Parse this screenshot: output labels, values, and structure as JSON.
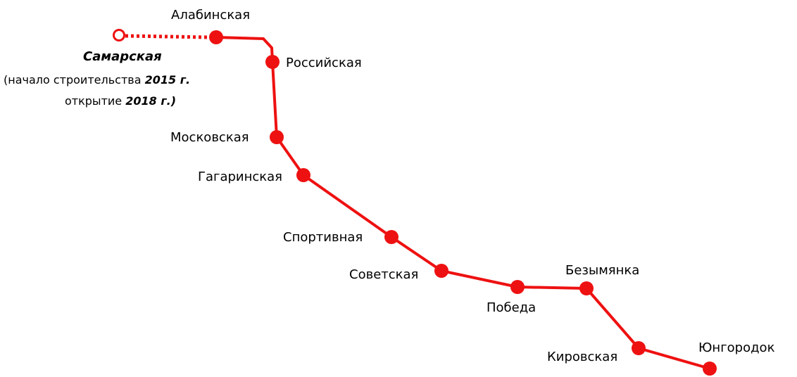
{
  "line_color": "#ee1111",
  "planned_station": {
    "name": "Самарская",
    "note": {
      "line1_prefix": "(начало строительства ",
      "line1_year": "2015 г.",
      "line2_prefix": "открытие  ",
      "line2_year": "2018 г.)"
    }
  },
  "stations": [
    {
      "id": "alabinskaya",
      "name": "Алабинская"
    },
    {
      "id": "rossiyskaya",
      "name": "Российская"
    },
    {
      "id": "moskovskaya",
      "name": "Московская"
    },
    {
      "id": "gagarinskaya",
      "name": "Гагаринская"
    },
    {
      "id": "sportivnaya",
      "name": "Спортивная"
    },
    {
      "id": "sovetskaya",
      "name": "Советская"
    },
    {
      "id": "pobeda",
      "name": "Победа"
    },
    {
      "id": "bezymyanka",
      "name": "Безымянка"
    },
    {
      "id": "kirovskaya",
      "name": "Кировская"
    },
    {
      "id": "yungorodok",
      "name": "Юнгородок"
    }
  ]
}
